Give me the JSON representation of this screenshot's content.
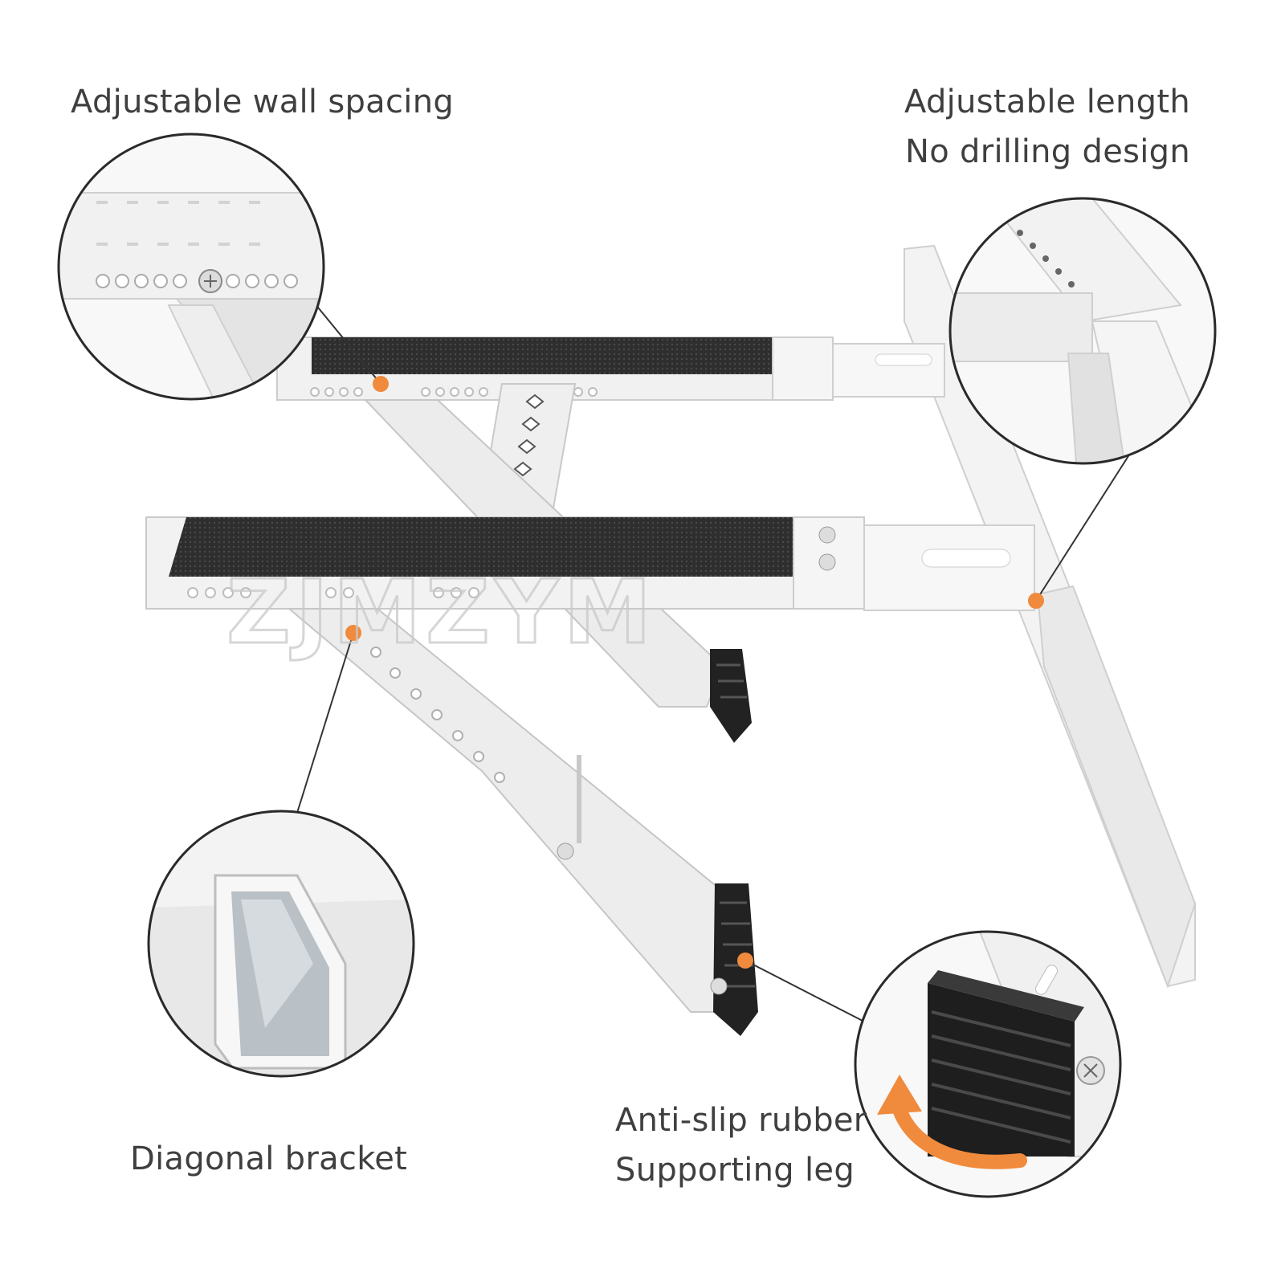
{
  "labels": {
    "wall_spacing": "Adjustable wall spacing",
    "length": [
      "Adjustable length",
      "No drilling design"
    ],
    "diagonal": "Diagonal bracket",
    "rubber": [
      "Anti-slip rubber",
      "Supporting leg"
    ]
  },
  "watermark": "ZJMZYM",
  "colors": {
    "callout_dot": "#f08a3c",
    "bracket_white": "#f1f1f1",
    "bracket_edge": "#c8c8c8",
    "pad_dark": "#3a3a3a",
    "text": "#3f3f3f"
  },
  "icons": [
    "screw-icon",
    "curved-arrow-icon"
  ]
}
